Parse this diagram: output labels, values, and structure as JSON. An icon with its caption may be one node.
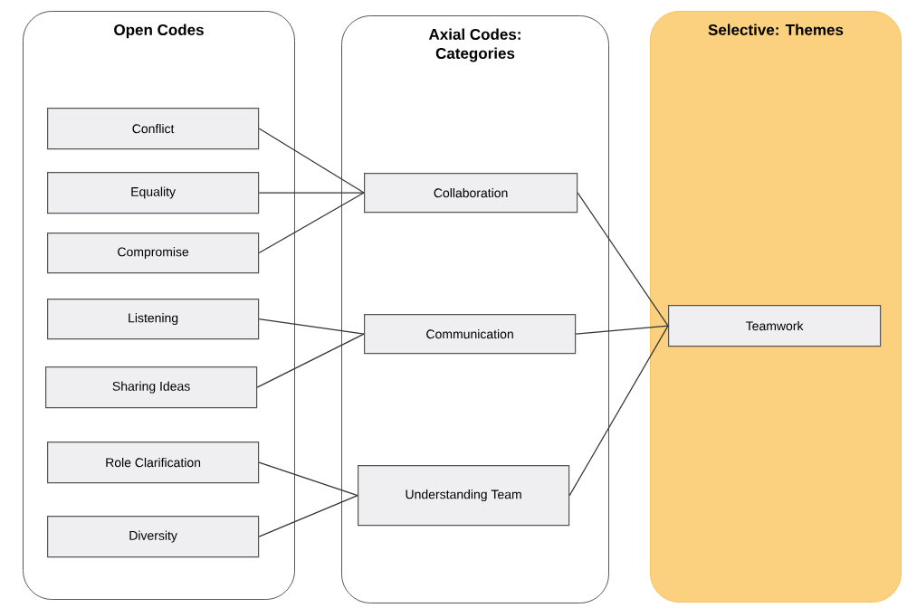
{
  "diagram": {
    "nodes": [
      {
        "text": [
          "Open Codes"
        ]
      },
      {
        "text": [
          "Conflict"
        ],
        "in": 0
      },
      {
        "text": [
          "Equality"
        ],
        "in": 0
      },
      {
        "text": [
          "Compromise"
        ],
        "in": 0
      },
      {
        "text": [
          "Listening"
        ],
        "in": 0
      },
      {
        "text": [
          "Sharing Ideas"
        ],
        "in": 0
      },
      {
        "text": [
          "Role Clarification"
        ],
        "in": 0
      },
      {
        "text": [
          "Diversity"
        ],
        "in": 0
      },
      {
        "text": [
          "Axial Codes: Categories"
        ]
      },
      {
        "text": [
          "Collaboration"
        ],
        "in": 8
      },
      {
        "text": [
          "Communication"
        ],
        "in": 8
      },
      {
        "text": [
          "Understanding Team"
        ],
        "in": 8
      },
      {
        "text": [
          "Selective: Themes"
        ]
      },
      {
        "text": [
          "Teamwork"
        ],
        "in": 12
      }
    ],
    "edges": [
      {
        "from": 1,
        "to": 9,
        "arrow": "none"
      },
      {
        "from": 2,
        "to": 9,
        "arrow": "none"
      },
      {
        "from": 3,
        "to": 9,
        "arrow": "none"
      },
      {
        "from": 4,
        "to": 10,
        "arrow": "none"
      },
      {
        "from": 5,
        "to": 10,
        "arrow": "none"
      },
      {
        "from": 6,
        "to": 11,
        "arrow": "none"
      },
      {
        "from": 7,
        "to": 11,
        "arrow": "none"
      },
      {
        "from": 9,
        "to": 13,
        "arrow": "none"
      },
      {
        "from": 10,
        "to": 13,
        "arrow": "none"
      },
      {
        "from": 11,
        "to": 13,
        "arrow": "none"
      }
    ]
  }
}
